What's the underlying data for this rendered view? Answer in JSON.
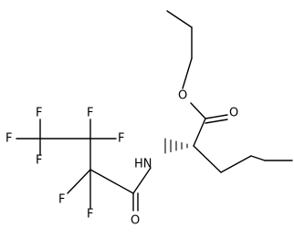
{
  "molecule": {
    "atom_labels": {
      "ester_oxygen": "O",
      "carbonyl_oxygen_ester": "O",
      "amide_nitrogen": "HN",
      "carbonyl_oxygen_amide": "O",
      "fluorine": "F"
    },
    "colors": {
      "ink": "#000000",
      "background": "#ffffff"
    }
  }
}
